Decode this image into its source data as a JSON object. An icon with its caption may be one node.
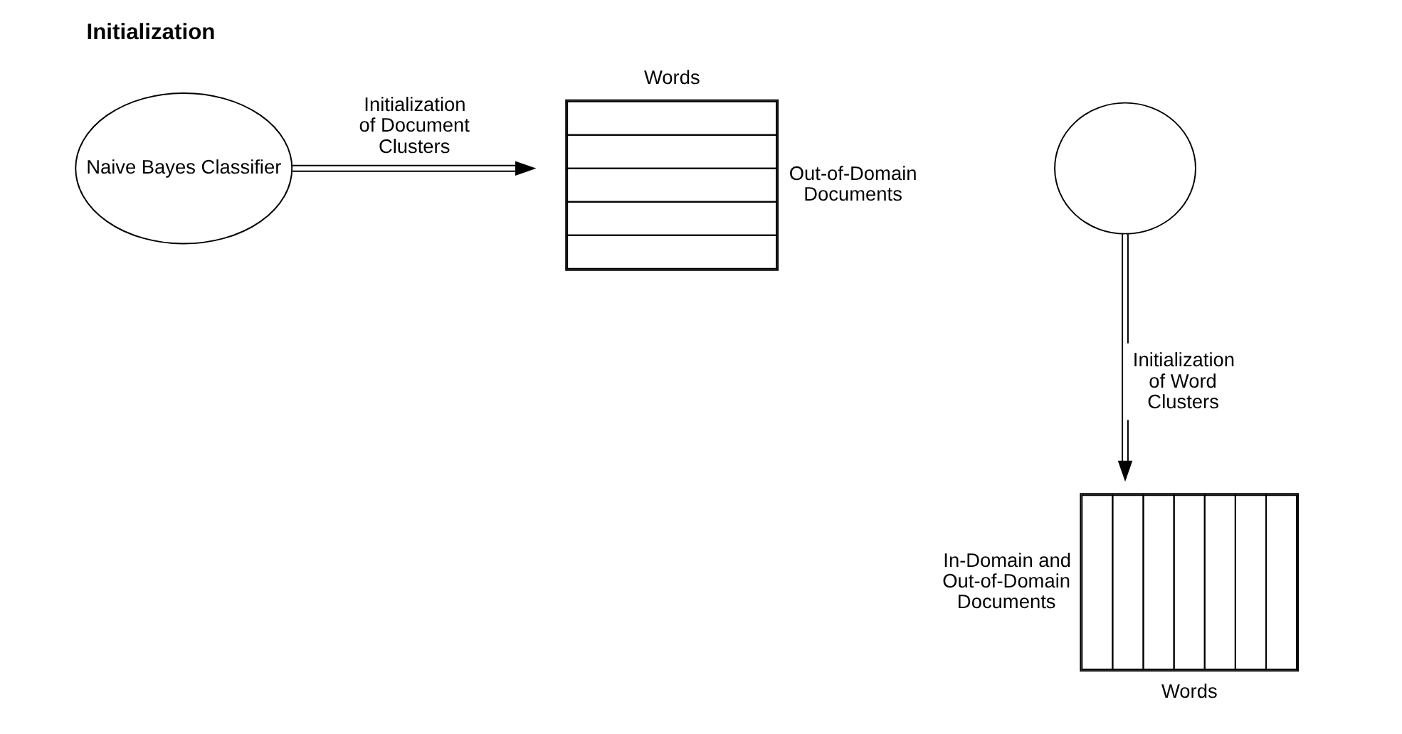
{
  "diagram": {
    "title": "Initialization",
    "nodes": [
      {
        "text": [
          "Naive Bayes Classifier"
        ]
      },
      {
        "text": [],
        "shape": "box",
        "beside": [
          "Words",
          "Out-of-Domain Documents"
        ]
      },
      {
        "text": [],
        "shape": "circle"
      },
      {
        "text": [],
        "shape": "box",
        "beside": [
          "In-Domain and Out-of-Domain Documents",
          "Words"
        ]
      }
    ],
    "edges": [
      {
        "from": 0,
        "to": 1,
        "arrow": "to",
        "label": "Initialization of Document Clusters"
      },
      {
        "from": 2,
        "to": 3,
        "arrow": "to",
        "label": "Initialization of Word Clusters"
      }
    ]
  }
}
